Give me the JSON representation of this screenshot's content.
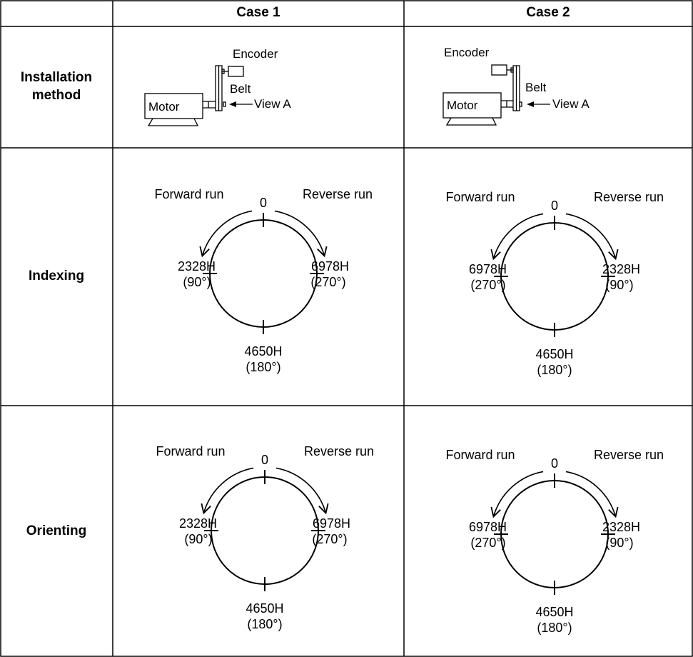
{
  "header": {
    "corner": "",
    "case1": "Case 1",
    "case2": "Case 2"
  },
  "rows": {
    "installation": "Installation\nmethod",
    "indexing": "Indexing",
    "orienting": "Orienting"
  },
  "installation": {
    "encoder": "Encoder",
    "belt": "Belt",
    "motor": "Motor",
    "view": "View A"
  },
  "dial": {
    "forward": "Forward run",
    "reverse": "Reverse run",
    "zero": "0",
    "val_2328": "2328H",
    "deg_90": "(90°)",
    "val_6978": "6978H",
    "deg_270": "(270°)",
    "val_4650": "4650H",
    "deg_180": "(180°)"
  }
}
